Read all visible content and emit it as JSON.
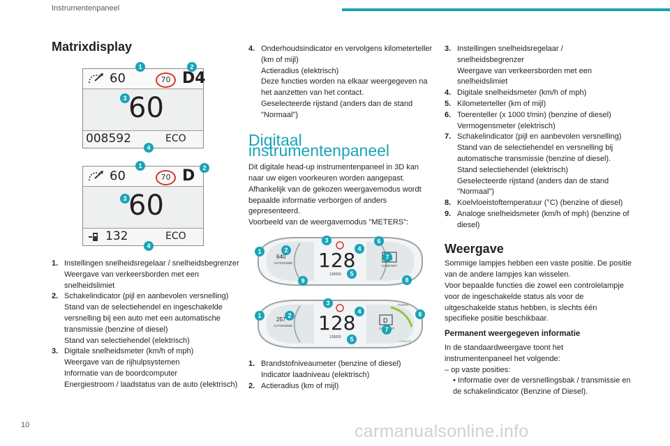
{
  "header": {
    "section": "Instrumentenpaneel"
  },
  "page_number": "10",
  "watermark": "carmanualsonline.info",
  "matrix": {
    "title": "Matrixdisplay",
    "display1": {
      "speed_limit": "60",
      "limit_sign": "70",
      "gear": "D4",
      "speed": "60",
      "odometer": "008592",
      "mode": "ECO",
      "badges": [
        "1",
        "2",
        "3",
        "4"
      ]
    },
    "display2": {
      "speed_limit": "60",
      "limit_sign": "70",
      "gear": "D",
      "speed": "60",
      "fuel_range": "132",
      "mode": "ECO",
      "badges": [
        "1",
        "2",
        "3",
        "4"
      ]
    },
    "items": [
      {
        "n": "1.",
        "lines": [
          "Instellingen snelheidsregelaar / snelheidsbegrenzer",
          "Weergave van verkeersborden met een snelheidslimiet"
        ]
      },
      {
        "n": "2.",
        "lines": [
          "Schakelindicator (pijl en aanbevolen versnelling)",
          "Stand van de selectiehendel en ingeschakelde versnelling bij een auto met een automatische transmissie (benzine of diesel)",
          "Stand van selectiehendel (elektrisch)"
        ]
      },
      {
        "n": "3.",
        "lines": [
          "Digitale snelheidsmeter (km/h of mph)",
          "Weergave van de rijhulpsystemen",
          "Informatie van de boordcomputer",
          "Energiestroom / laadstatus van de auto (elektrisch)"
        ]
      }
    ]
  },
  "middle": {
    "item4": {
      "n": "4.",
      "lines": [
        "Onderhoudsindicator en vervolgens kilometerteller (km of mijl)",
        "Actieradius (elektrisch)",
        "Deze functies worden na elkaar weergegeven na het aanzetten van het contact.",
        "Geselecteerde rijstand (anders dan de stand \"Normaal\")"
      ]
    },
    "digital_title": "Digitaal instrumentenpaneel",
    "intro": [
      "Dit digitale head-up instrumentenpaneel in 3D kan naar uw eigen voorkeuren worden aangepast.",
      "Afhankelijk van de gekozen weergavemodus wordt bepaalde informatie verborgen of anders gepresenteerd.",
      "Voorbeeld van de weergavemodus \"METERS\":"
    ],
    "panel1": {
      "speed": "128",
      "range": "640",
      "range_label": "AUTONOMIE",
      "odometer": "128000",
      "gear": "D3",
      "mode": "CONFORT",
      "badges": [
        "1",
        "2",
        "3",
        "4",
        "5",
        "6",
        "7",
        "8",
        "9"
      ]
    },
    "panel2": {
      "speed": "128",
      "range": "257",
      "range_label": "AUTONOMIE",
      "odometer": "128000",
      "gear": "D",
      "mode": "CONFORT",
      "power_label": "POWER",
      "charge_label": "CHARGE",
      "badges": [
        "1",
        "2",
        "3",
        "4",
        "5",
        "6",
        "7"
      ]
    },
    "items": [
      {
        "n": "1.",
        "lines": [
          "Brandstofniveaumeter (benzine of diesel)",
          "Indicator laadniveau (elektrisch)"
        ]
      },
      {
        "n": "2.",
        "lines": [
          "Actieradius (km of mijl)"
        ]
      }
    ]
  },
  "right": {
    "items": [
      {
        "n": "3.",
        "lines": [
          "Instellingen snelheidsregelaar / snelheidsbegrenzer",
          "Weergave van verkeersborden met een snelheidslimiet"
        ]
      },
      {
        "n": "4.",
        "lines": [
          "Digitale snelheidsmeter (km/h of mph)"
        ]
      },
      {
        "n": "5.",
        "lines": [
          "Kilometerteller (km of mijl)"
        ]
      },
      {
        "n": "6.",
        "lines": [
          "Toerenteller (x 1000 t/min) (benzine of diesel)",
          "Vermogensmeter (elektrisch)"
        ]
      },
      {
        "n": "7.",
        "lines": [
          "Schakelindicator (pijl en aanbevolen versnelling)",
          "Stand van de selectiehendel en versnelling bij automatische transmissie (benzine of diesel).",
          "Stand selectiehendel (elektrisch)",
          "Geselecteerde rijstand (anders dan de stand \"Normaal\")"
        ]
      },
      {
        "n": "8.",
        "lines": [
          "Koelvloeistoftemperatuur (°C) (benzine of diesel)"
        ]
      },
      {
        "n": "9.",
        "lines": [
          "Analoge snelheidsmeter (km/h of mph)  (benzine of diesel)"
        ]
      }
    ],
    "weergave_title": "Weergave",
    "weergave_text": [
      "Sommige lampjes hebben een vaste positie. De positie van de andere lampjes kan wisselen.",
      "Voor bepaalde functies die zowel een controlelampje voor de ingeschakelde status als voor de uitgeschakelde status hebben, is slechts één specifieke positie beschikbaar."
    ],
    "permanent_title": "Permanent weergegeven informatie",
    "permanent_text": "In de standaardweergave toont het instrumentenpaneel het volgende:",
    "dash_item": "– op vaste posities:",
    "bullet_item": "• Informatie over de versnellingsbak / transmissie en de schakelindicator (Benzine of Diesel)."
  },
  "colors": {
    "accent": "#1aa3b8",
    "limit_red": "#d7342c"
  }
}
